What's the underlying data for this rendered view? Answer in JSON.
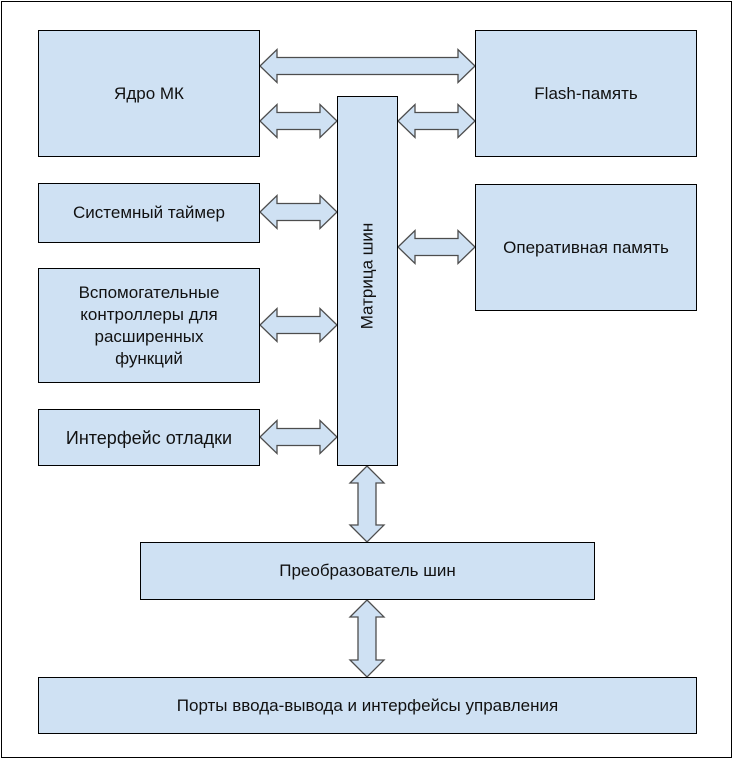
{
  "diagram": {
    "blocks": {
      "core": "Ядро МК",
      "flash": "Flash-память",
      "timer": "Системный таймер",
      "ram": "Оперативная память",
      "aux": "Вспомогательные контроллеры для расширенных функций",
      "debug": "Интерфейс отладки",
      "matrix": "Матрица шин",
      "converter": "Преобразователь шин",
      "ports": "Порты ввода-вывода и интерфейсы управления"
    },
    "connections": [
      {
        "from": "core",
        "to": "flash",
        "type": "bidirectional"
      },
      {
        "from": "core",
        "to": "matrix",
        "type": "bidirectional"
      },
      {
        "from": "matrix",
        "to": "flash",
        "type": "bidirectional"
      },
      {
        "from": "timer",
        "to": "matrix",
        "type": "bidirectional"
      },
      {
        "from": "matrix",
        "to": "ram",
        "type": "bidirectional"
      },
      {
        "from": "aux",
        "to": "matrix",
        "type": "bidirectional"
      },
      {
        "from": "debug",
        "to": "matrix",
        "type": "bidirectional"
      },
      {
        "from": "matrix",
        "to": "converter",
        "type": "bidirectional"
      },
      {
        "from": "converter",
        "to": "ports",
        "type": "bidirectional"
      }
    ],
    "colors": {
      "block_fill": "#cfe1f3",
      "block_border": "#000000",
      "arrow_stroke": "#4d4d4d"
    }
  }
}
